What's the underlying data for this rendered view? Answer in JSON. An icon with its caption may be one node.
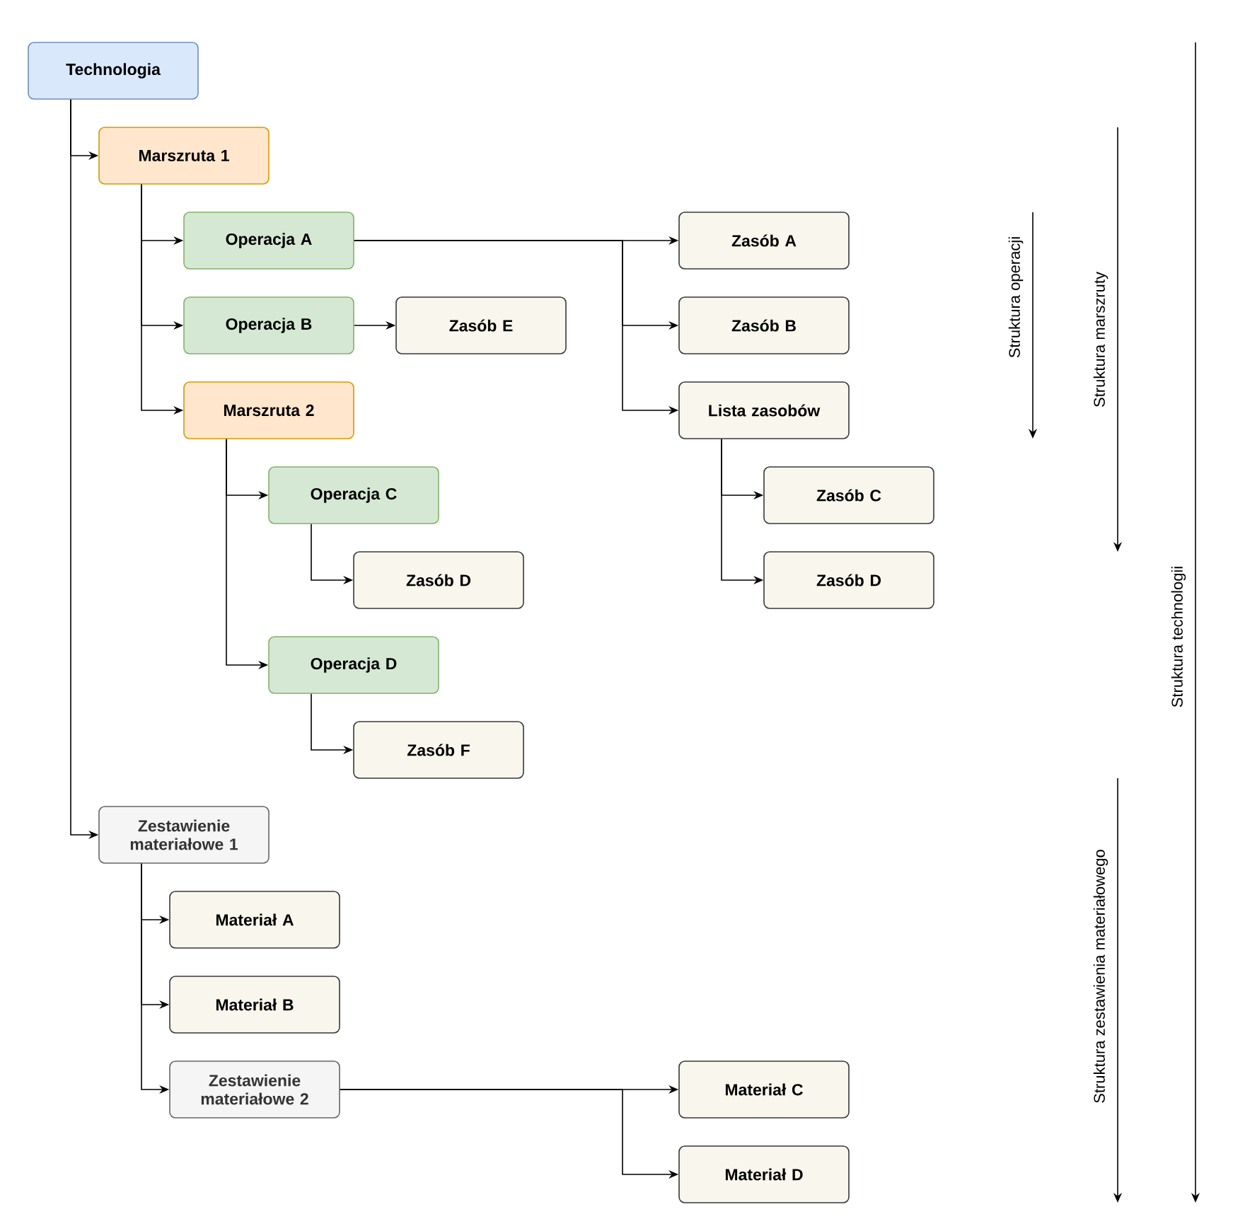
{
  "diagram": {
    "nodes": [
      {
        "text": [
          "Technologia"
        ]
      },
      {
        "text": [
          "Marszruta 1"
        ]
      },
      {
        "text": [
          "Operacja A"
        ]
      },
      {
        "text": [
          "Zasób A"
        ]
      },
      {
        "text": [
          "Operacja B"
        ]
      },
      {
        "text": [
          "Zasób E"
        ]
      },
      {
        "text": [
          "Zasób B"
        ]
      },
      {
        "text": [
          "Marszruta 2"
        ]
      },
      {
        "text": [
          "Lista zasobów"
        ]
      },
      {
        "text": [
          "Operacja C"
        ]
      },
      {
        "text": [
          "Zasób C"
        ]
      },
      {
        "text": [
          "Zasób D"
        ]
      },
      {
        "text": [
          "Zasób D"
        ]
      },
      {
        "text": [
          "Operacja D"
        ]
      },
      {
        "text": [
          "Zasób F"
        ]
      },
      {
        "text": [
          "Zestawienie materiałowe 1"
        ]
      },
      {
        "text": [
          "Materiał A"
        ]
      },
      {
        "text": [
          "Materiał B"
        ]
      },
      {
        "text": [
          "Zestawienie materiałowe 2"
        ]
      },
      {
        "text": [
          "Materiał C"
        ]
      },
      {
        "text": [
          "Materiał D"
        ]
      }
    ],
    "edges": [
      {
        "from": 0,
        "to": 1,
        "arrow": "to"
      },
      {
        "from": 0,
        "to": 15,
        "arrow": "to"
      },
      {
        "from": 1,
        "to": 2,
        "arrow": "to"
      },
      {
        "from": 1,
        "to": 4,
        "arrow": "to"
      },
      {
        "from": 1,
        "to": 7,
        "arrow": "to"
      },
      {
        "from": 2,
        "to": 3,
        "arrow": "to"
      },
      {
        "from": 2,
        "to": 6,
        "arrow": "to"
      },
      {
        "from": 2,
        "to": 8,
        "arrow": "to"
      },
      {
        "from": 4,
        "to": 5,
        "arrow": "to"
      },
      {
        "from": 7,
        "to": 9,
        "arrow": "to"
      },
      {
        "from": 7,
        "to": 13,
        "arrow": "to"
      },
      {
        "from": 9,
        "to": 11,
        "arrow": "to"
      },
      {
        "from": 13,
        "to": 14,
        "arrow": "to"
      },
      {
        "from": 8,
        "to": 10,
        "arrow": "to"
      },
      {
        "from": 8,
        "to": 12,
        "arrow": "to"
      },
      {
        "from": 15,
        "to": 16,
        "arrow": "to"
      },
      {
        "from": 15,
        "to": 17,
        "arrow": "to"
      },
      {
        "from": 15,
        "to": 18,
        "arrow": "to"
      },
      {
        "from": 18,
        "to": 19,
        "arrow": "to"
      },
      {
        "from": 18,
        "to": 20,
        "arrow": "to"
      }
    ],
    "labels": [
      "Struktura operacji",
      "Struktura marszruty",
      "Struktura technologii",
      "Struktura zestawienia materiałowego"
    ]
  }
}
